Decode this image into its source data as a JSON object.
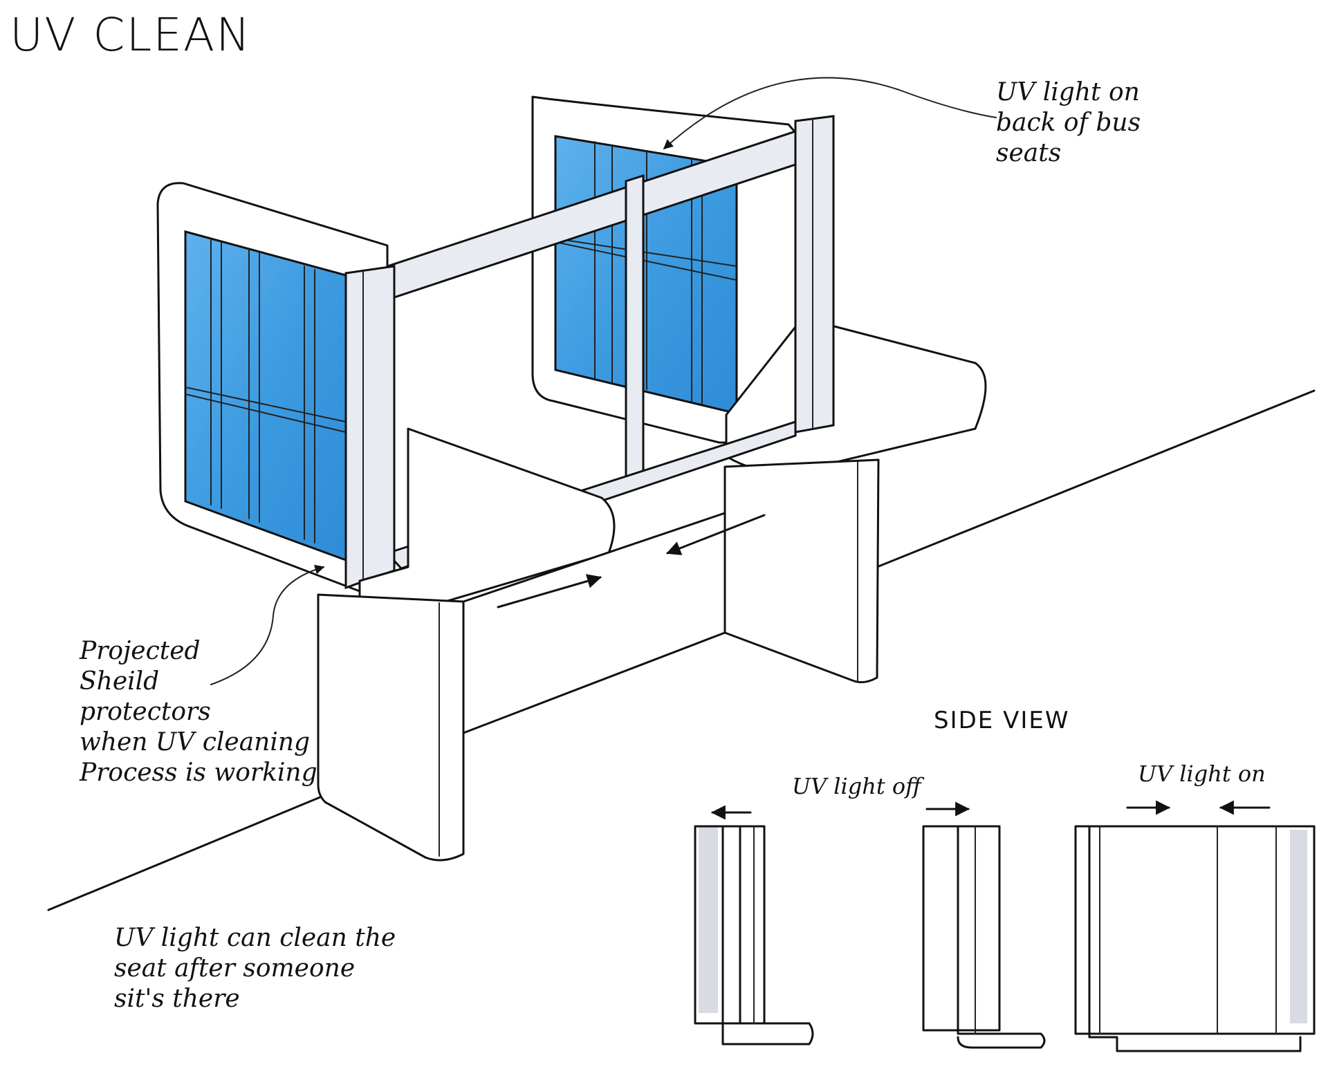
{
  "title": "UV CLEAN",
  "annotations": {
    "back_light": [
      "UV light on",
      "back of bus",
      "seats"
    ],
    "shield": [
      "Projected",
      "Sheild",
      "protectors",
      "when UV cleaning",
      "Process is working"
    ],
    "cleaning": [
      "UV light can clean the",
      "seat after someone",
      "sit's there"
    ]
  },
  "side_view": {
    "title": "SIDE VIEW",
    "light_off_label": "UV light off",
    "light_on_label": "UV light on"
  },
  "colors": {
    "ink": "#111111",
    "window_blue": "#3d9be0",
    "glass_gray": "#e6e8ef"
  }
}
